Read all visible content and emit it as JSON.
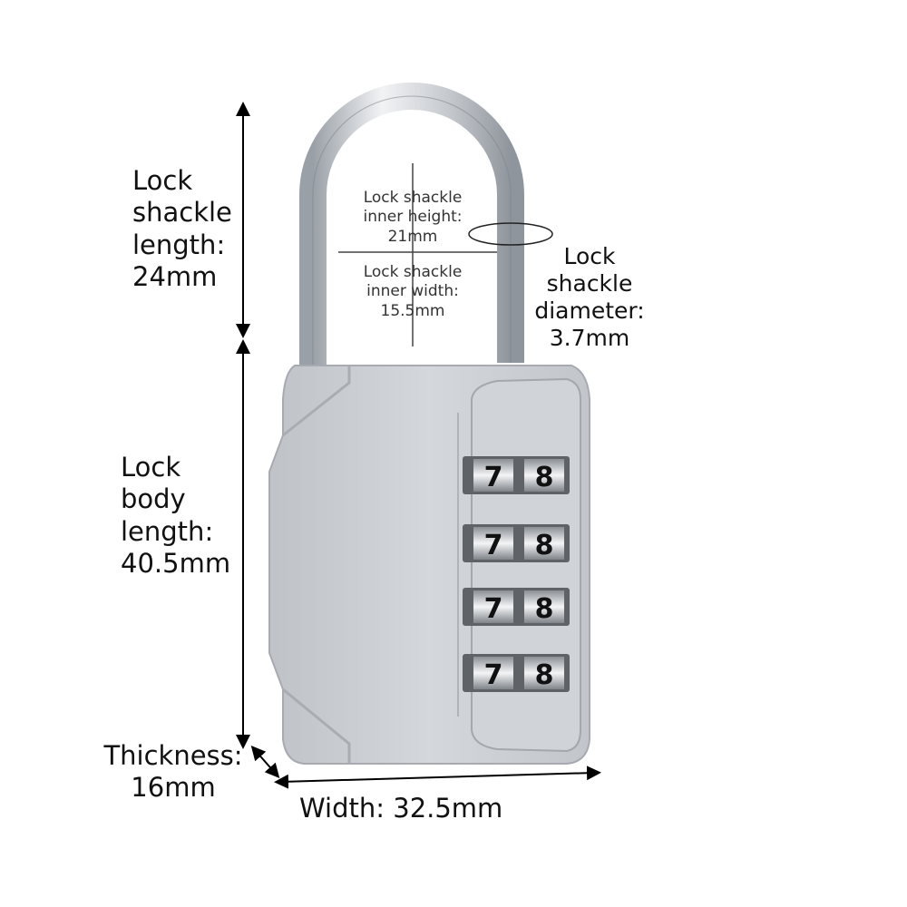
{
  "labels": {
    "shackle_length": [
      "Lock",
      "shackle",
      "length:",
      "24mm"
    ],
    "inner_height": [
      "Lock shackle",
      "inner height:",
      "21mm"
    ],
    "inner_width": [
      "Lock shackle",
      "inner width:",
      "15.5mm"
    ],
    "diameter": [
      "Lock",
      "shackle",
      "diameter:",
      "3.7mm"
    ],
    "body_length": [
      "Lock",
      "body",
      "length:",
      "40.5mm"
    ],
    "thickness": [
      "Thickness:",
      "16mm"
    ],
    "width": "Width: 32.5mm"
  },
  "combination_dials": [
    {
      "left": "7",
      "right": "8"
    },
    {
      "left": "7",
      "right": "8"
    },
    {
      "left": "7",
      "right": "8"
    },
    {
      "left": "7",
      "right": "8"
    }
  ],
  "colors": {
    "lock_body": "#c9ccd1",
    "lock_body_shadow": "#a9adb3",
    "shackle": "#b8bcc2",
    "dimension_line": "#000000"
  }
}
